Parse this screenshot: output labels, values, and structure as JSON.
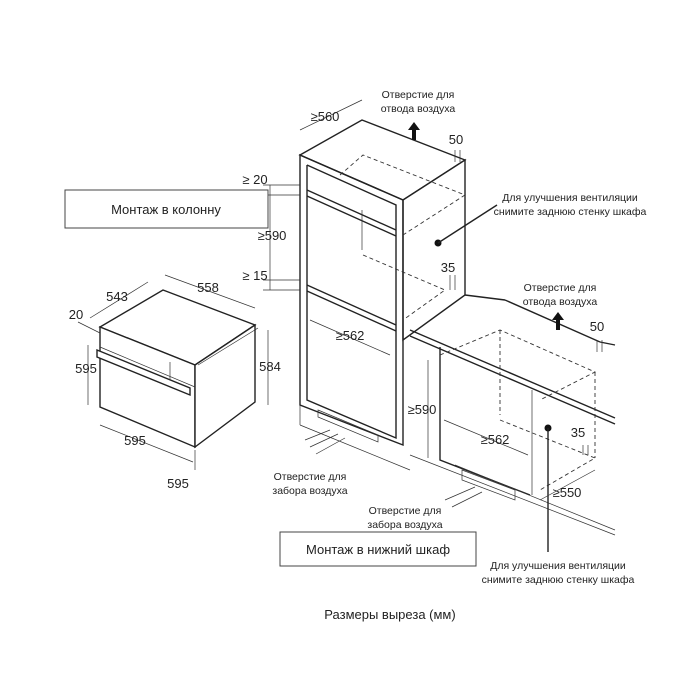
{
  "title": "Размеры выреза (мм)",
  "column_install": {
    "label": "Монтаж в колонну",
    "exhaust": [
      "Отверстие для",
      "отвода воздуха"
    ],
    "intake": [
      "Отверстие для",
      "забора воздуха"
    ],
    "ventilation_note": [
      "Для улучшения вентиляции",
      "снимите заднюю стенку шкафа"
    ],
    "dims": {
      "depth": "≥560",
      "gap_back": "50",
      "top_gap": "≥ 20",
      "height": "≥590",
      "bottom_gap": "≥ 15",
      "width": "≥562",
      "back_gap": "35"
    }
  },
  "cabinet_install": {
    "label": "Монтаж в нижний шкаф",
    "exhaust": [
      "Отверстие для",
      "отвода воздуха"
    ],
    "intake": [
      "Отверстие для",
      "забора воздуха"
    ],
    "ventilation_note": [
      "Для улучшения вентиляции",
      "снимите заднюю стенку шкафа"
    ],
    "dims": {
      "gap_back": "50",
      "height": "≥590",
      "width": "≥562",
      "back_gap": "35",
      "depth": "≥550"
    }
  },
  "oven": {
    "dims": {
      "width_top": "558",
      "depth": "543",
      "panel": "20",
      "height_front": "595",
      "height_body": "584",
      "width_front": "595",
      "width_overall": "595"
    }
  }
}
